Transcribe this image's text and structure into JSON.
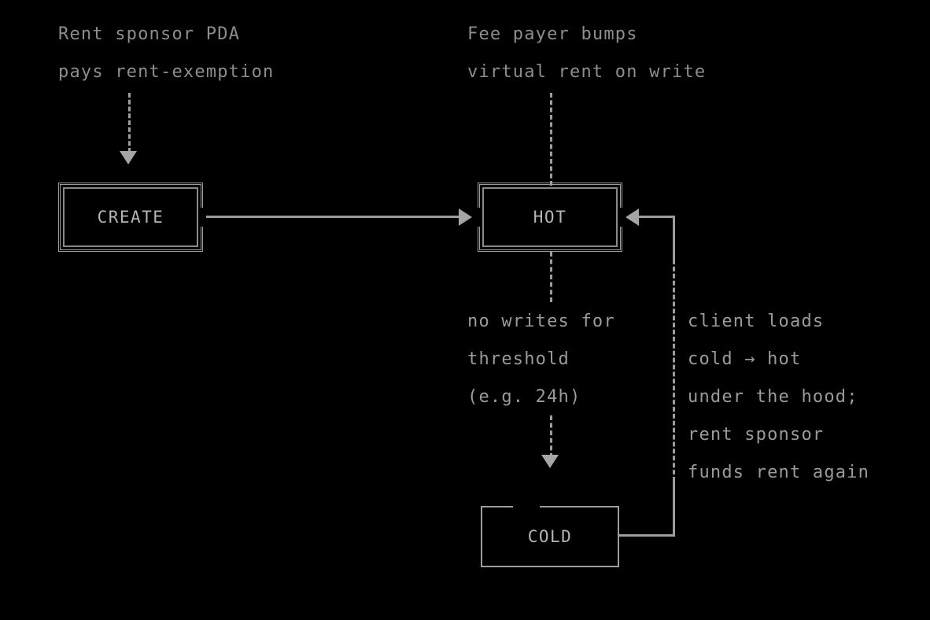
{
  "diagram": {
    "type": "state-flow",
    "background": "#000000",
    "text_color": "#8d8d8d",
    "line_color": "#9d9d9d",
    "node_label_color": "#b5b5b5"
  },
  "nodes": [
    {
      "id": "create",
      "label": "CREATE",
      "border": "double"
    },
    {
      "id": "hot",
      "label": "HOT",
      "border": "double"
    },
    {
      "id": "cold",
      "label": "COLD",
      "border": "single"
    }
  ],
  "annotations": {
    "create_note": {
      "line1": "Rent sponsor PDA",
      "line2": "pays rent-exemption"
    },
    "hot_note": {
      "line1": "Fee payer bumps",
      "line2": "virtual rent on write"
    },
    "cooling_note": {
      "line1": "no writes for",
      "line2": "threshold",
      "line3": "(e.g. 24h)"
    },
    "reheat_note": {
      "line1": "client loads",
      "line2": "cold → hot",
      "line3": "under the hood;",
      "line4": "rent sponsor",
      "line5": "funds rent again"
    }
  },
  "edges": [
    {
      "id": "sponsor-to-create",
      "style": "dashed",
      "direction": "down",
      "from": "create_note",
      "to": "create"
    },
    {
      "id": "feepayer-to-hot",
      "style": "dashed",
      "direction": "down",
      "from": "hot_note",
      "to": "hot"
    },
    {
      "id": "create-to-hot",
      "style": "solid",
      "direction": "right",
      "from": "create",
      "to": "hot"
    },
    {
      "id": "hot-to-cold",
      "style": "dashed",
      "direction": "down",
      "from": "hot",
      "to": "cold"
    },
    {
      "id": "cold-to-hot",
      "style": "mixed",
      "direction": "left",
      "from": "cold",
      "to": "hot"
    }
  ]
}
